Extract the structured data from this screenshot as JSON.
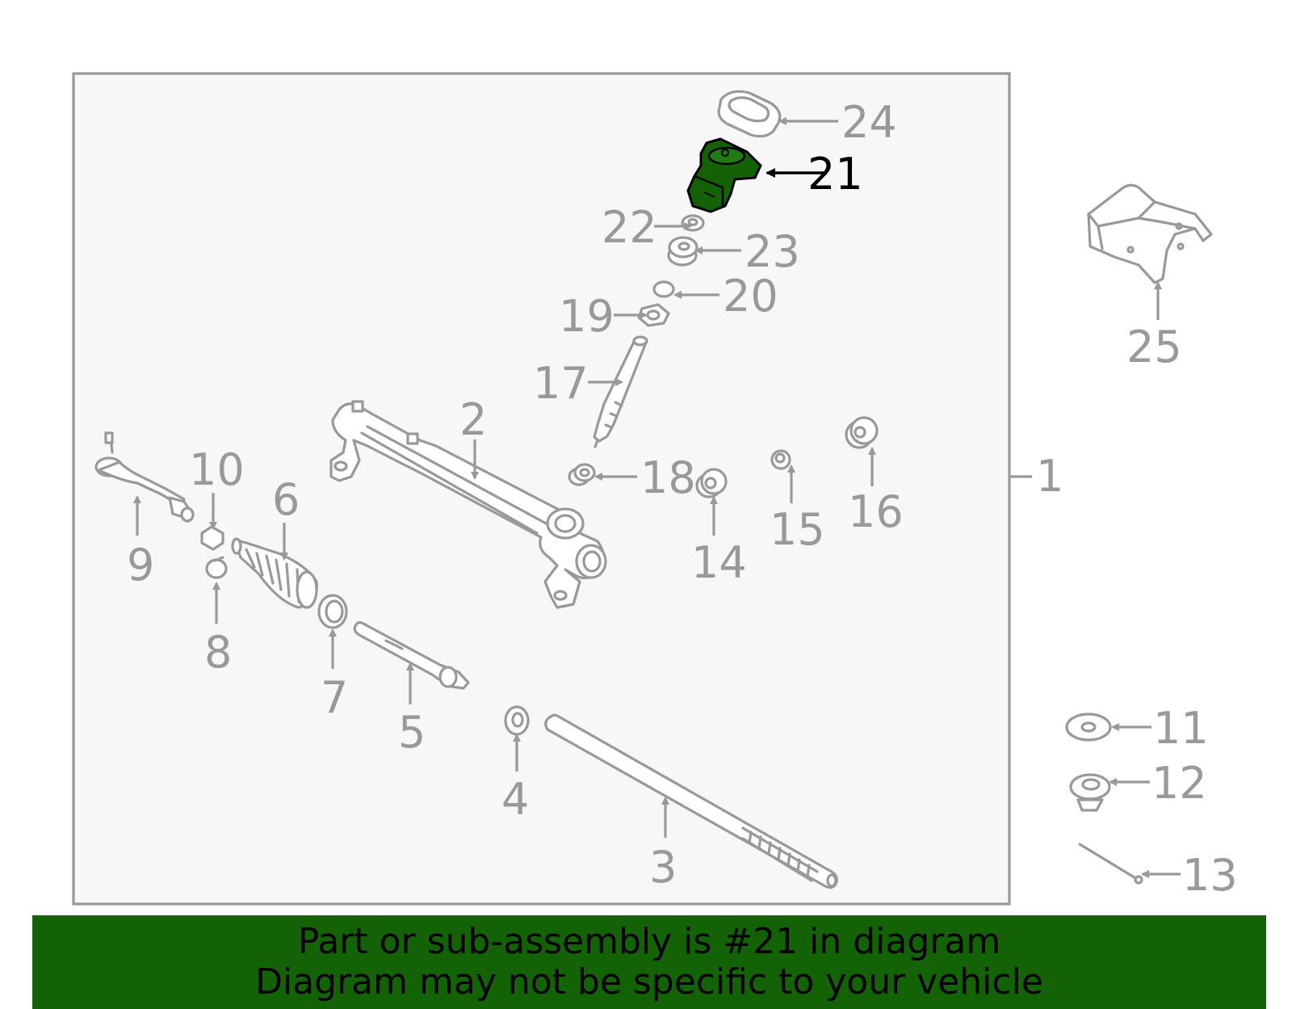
{
  "colors": {
    "highlight": "#136306",
    "banner_bg": "#136306",
    "part_stroke": "#999999",
    "frame_bg": "#f7f7f7"
  },
  "callouts": {
    "c1": "1",
    "c2": "2",
    "c3": "3",
    "c4": "4",
    "c5": "5",
    "c6": "6",
    "c7": "7",
    "c8": "8",
    "c9": "9",
    "c10": "10",
    "c11": "11",
    "c12": "12",
    "c13": "13",
    "c14": "14",
    "c15": "15",
    "c16": "16",
    "c17": "17",
    "c18": "18",
    "c19": "19",
    "c20": "20",
    "c21": "21",
    "c22": "22",
    "c23": "23",
    "c24": "24",
    "c25": "25"
  },
  "highlighted_part": "21",
  "banner": {
    "line1": "Part or sub-assembly is #21 in diagram",
    "line2": "Diagram may not be specific to your vehicle"
  }
}
